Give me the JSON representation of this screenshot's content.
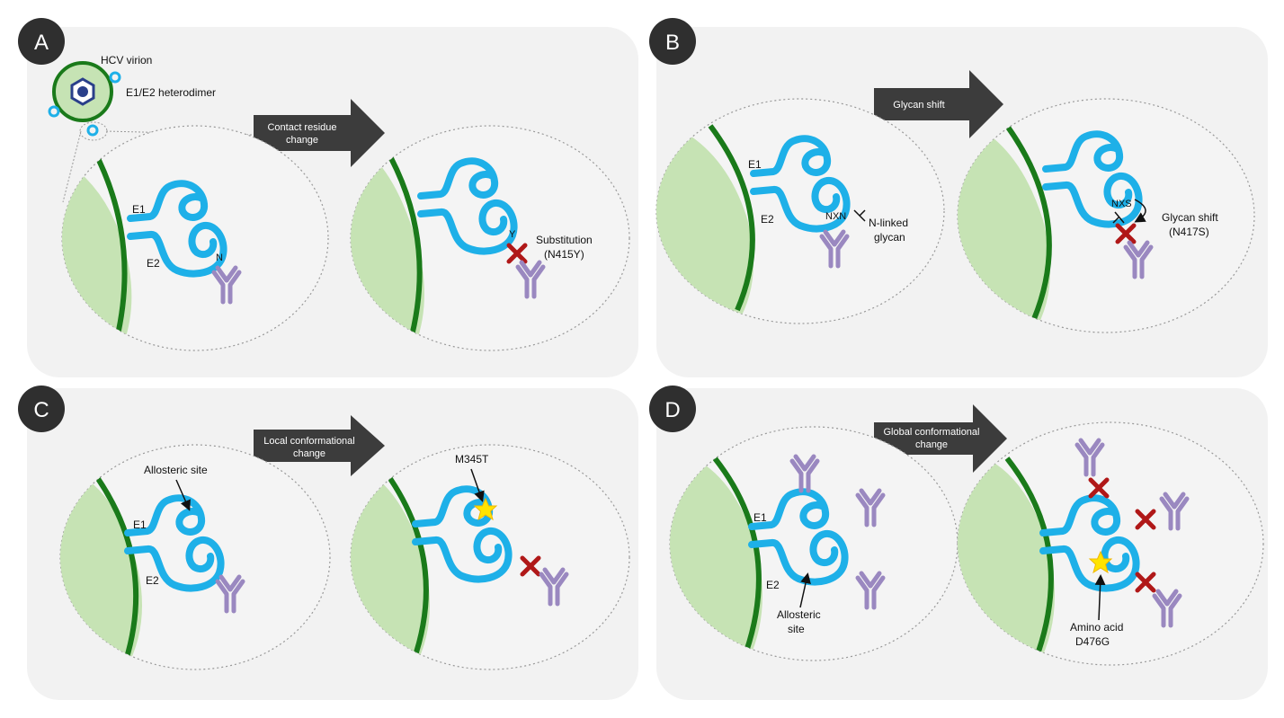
{
  "panels": {
    "A": {
      "letter": "A",
      "hcv_virion": "HCV virion",
      "heterodimer": "E1/E2 heterodimer",
      "arrow_line1": "Contact residue",
      "arrow_line2": "change",
      "e1": "E1",
      "e2": "E2",
      "res_before": "N",
      "res_after": "Y",
      "sub_line1": "Substitution",
      "sub_line2": "(N415Y)"
    },
    "B": {
      "letter": "B",
      "arrow_line1": "Glycan shift",
      "e1": "E1",
      "e2": "E2",
      "motif_before": "NXN",
      "motif_after": "NXS",
      "nl_line1": "N-linked",
      "nl_line2": "glycan",
      "gs_line1": "Glycan shift",
      "gs_line2": "(N417S)"
    },
    "C": {
      "letter": "C",
      "arrow_line1": "Local conformational",
      "arrow_line2": "change",
      "e1": "E1",
      "e2": "E2",
      "allosteric": "Allosteric site",
      "mutation": "M345T"
    },
    "D": {
      "letter": "D",
      "arrow_line1": "Global conformational",
      "arrow_line2": "change",
      "e1": "E1",
      "e2": "E2",
      "allo_line1": "Allosteric",
      "allo_line2": "site",
      "aa_line1": "Amino acid",
      "aa_line2": "D476G"
    }
  },
  "colors": {
    "panel_bg": "#f2f2f2",
    "protein": "#1eb0e8",
    "membrane": "#1a7a1a",
    "cell_fill": "#c6e3b4",
    "antibody": "#9a88c0",
    "block": "#b01818",
    "arrow": "#3c3c3c",
    "badge": "#2f2f2f",
    "star": "#ffe400"
  }
}
